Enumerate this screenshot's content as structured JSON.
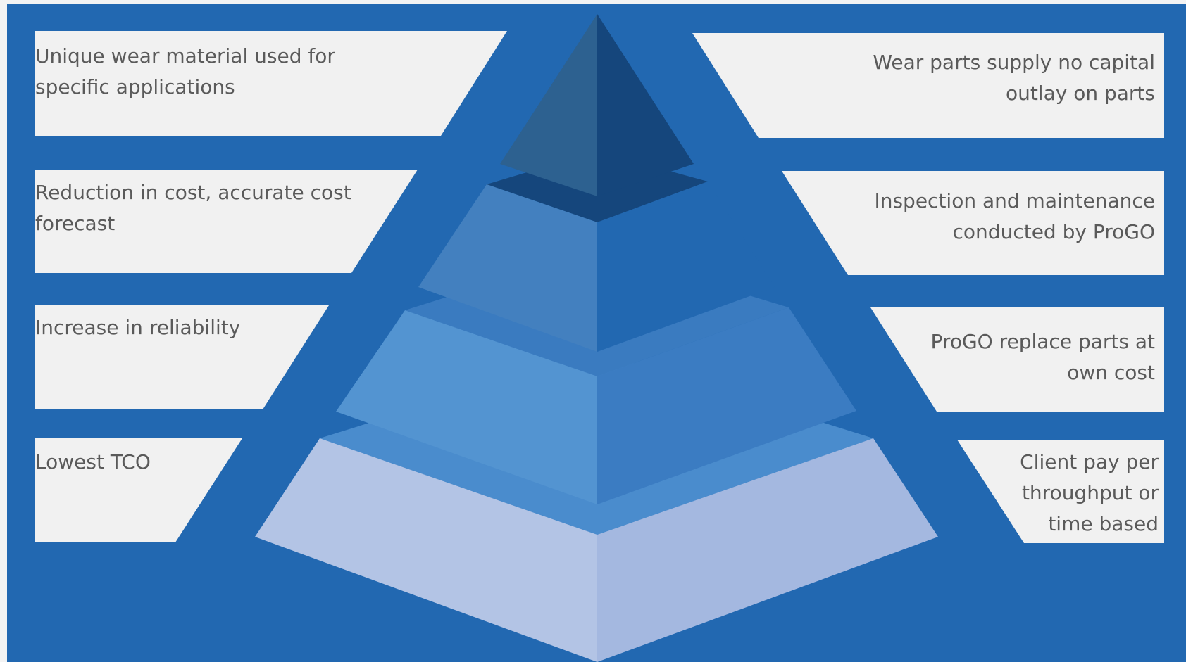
{
  "colors": {
    "background": "#2268b1",
    "card": "#f1f1f1",
    "text": "#5a5a5a",
    "tier1_left": "#2d6190",
    "tier1_right": "#15467c",
    "tier2_left": "#4380bf",
    "tier2_right": "#2268b1",
    "tier3_left": "#5394d1",
    "tier3_right": "#3b7cc2",
    "tier4_left": "#b3c4e5",
    "tier4_right": "#a4b8e0"
  },
  "left_items": [
    {
      "text": "Unique wear material used for specific applications"
    },
    {
      "text": "Reduction in cost, accurate cost forecast"
    },
    {
      "text": "Increase in reliability"
    },
    {
      "text": "Lowest TCO"
    }
  ],
  "right_items": [
    {
      "text": "Wear parts supply no capital outlay on parts"
    },
    {
      "text": "Inspection and maintenance conducted by ProGO"
    },
    {
      "text": "ProGO replace parts at own cost"
    },
    {
      "text": "Client pay per throughput or time based"
    }
  ]
}
